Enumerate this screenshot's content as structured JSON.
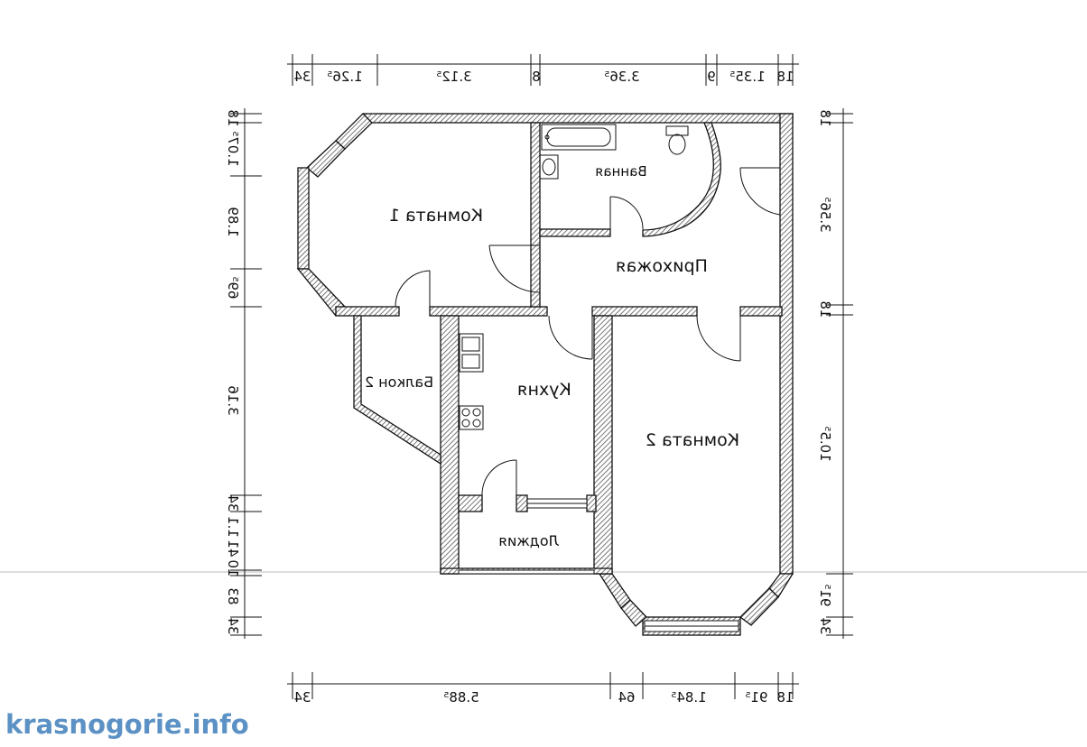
{
  "rooms": {
    "room1": "Комната 1",
    "room2": "Комната 2",
    "bathroom": "Ванная",
    "hallway": "Прихожая",
    "kitchen": "Кухня",
    "balcony": "Балкон 2",
    "loggia": "Лоджия"
  },
  "dims_top": [
    "34",
    "1.26⁵",
    "3.12⁵",
    "8",
    "3.36⁵",
    "9",
    "1.35⁵",
    "18"
  ],
  "dims_bottom": [
    "34",
    "5.88⁵",
    "64",
    "1.84⁵",
    "91⁵",
    "18"
  ],
  "dims_left": [
    "18",
    "1.07⁵",
    "1.89",
    "69⁵",
    "3.16",
    "34",
    "1.1",
    "41",
    "10",
    "83",
    "34"
  ],
  "dims_right": [
    "18",
    "3.56⁵",
    "18",
    "10.5⁵",
    "91⁵",
    "34"
  ],
  "watermark": "krasnogorie.info",
  "colors": {
    "wall": "#111111",
    "hatch": "#555555",
    "watermark": "#5b91c4"
  }
}
